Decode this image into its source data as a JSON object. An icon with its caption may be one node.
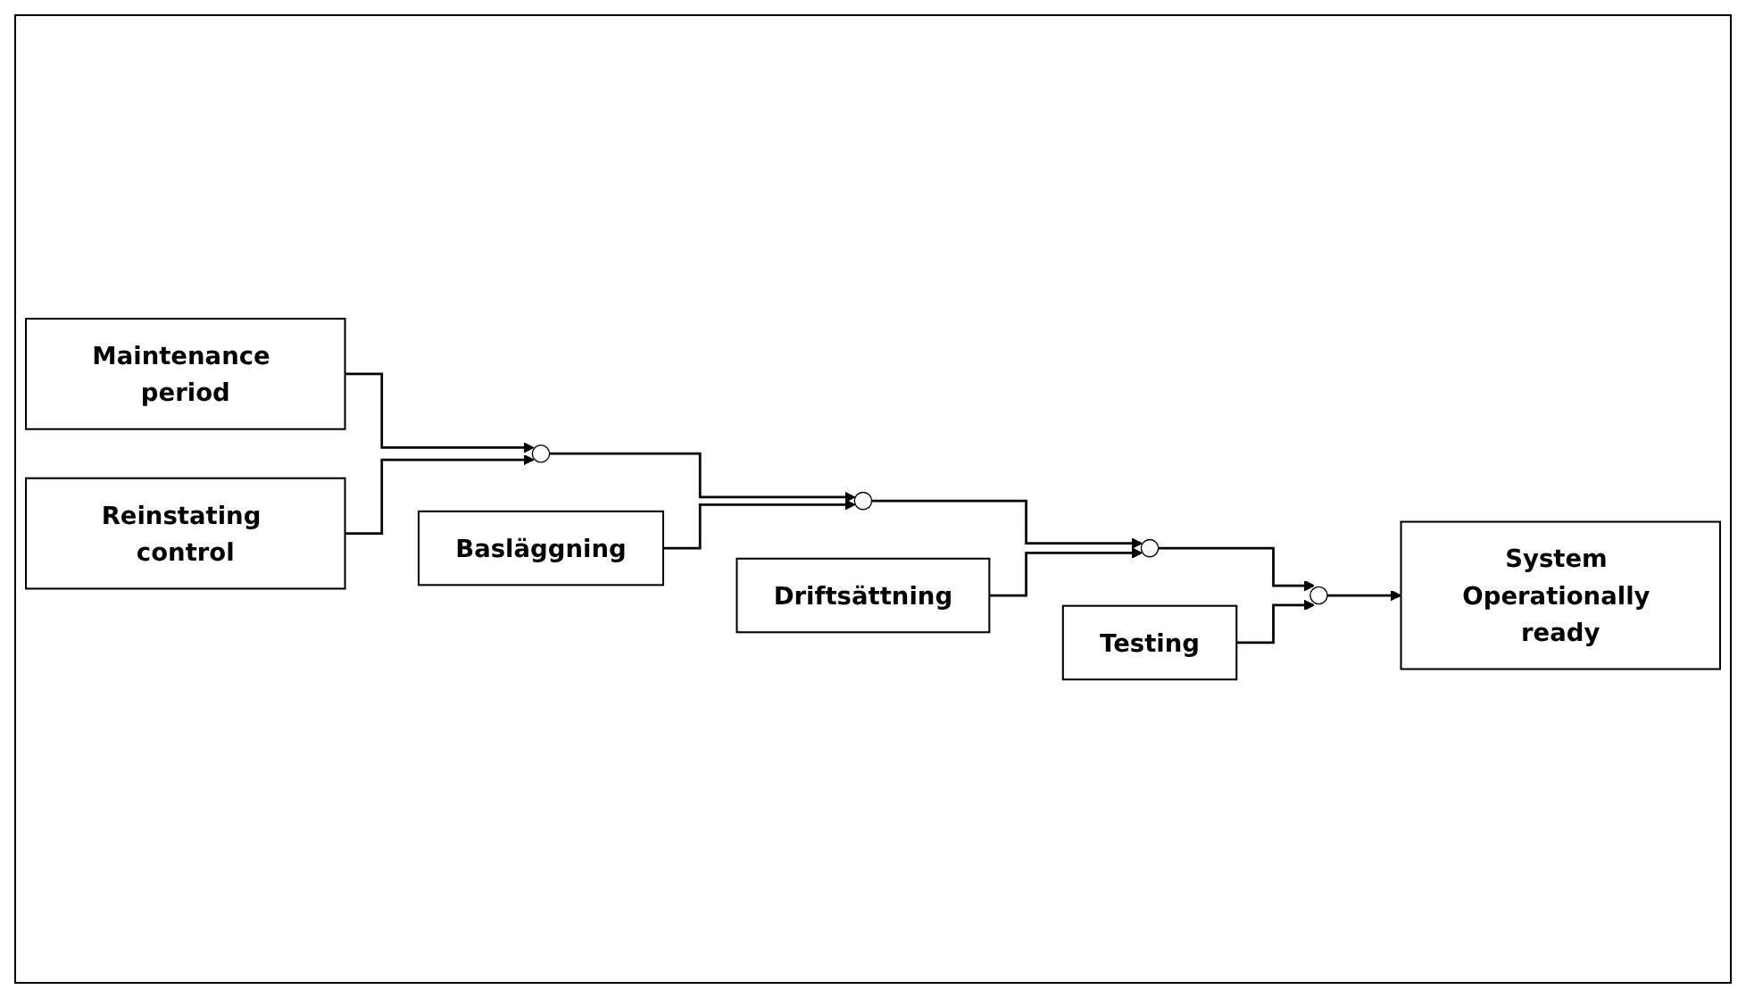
{
  "diagram": {
    "nodes": [
      {
        "text": [
          "Maintenance period"
        ]
      },
      {
        "text": [
          "Reinstating control"
        ]
      },
      {
        "text": [],
        "shape": "circle"
      },
      {
        "text": [
          "Basläggning"
        ]
      },
      {
        "text": [],
        "shape": "circle"
      },
      {
        "text": [
          "Driftsättning"
        ]
      },
      {
        "text": [],
        "shape": "circle"
      },
      {
        "text": [
          "Testing"
        ]
      },
      {
        "text": [],
        "shape": "circle"
      },
      {
        "text": [
          "System Operationally ready"
        ]
      }
    ],
    "edges": [
      {
        "from": 0,
        "to": 2,
        "arrow": "to"
      },
      {
        "from": 1,
        "to": 2,
        "arrow": "to"
      },
      {
        "from": 2,
        "to": 4,
        "arrow": "to"
      },
      {
        "from": 3,
        "to": 4,
        "arrow": "to"
      },
      {
        "from": 4,
        "to": 6,
        "arrow": "to"
      },
      {
        "from": 5,
        "to": 6,
        "arrow": "to"
      },
      {
        "from": 6,
        "to": 8,
        "arrow": "to"
      },
      {
        "from": 7,
        "to": 8,
        "arrow": "to"
      },
      {
        "from": 8,
        "to": 9,
        "arrow": "to"
      }
    ]
  }
}
